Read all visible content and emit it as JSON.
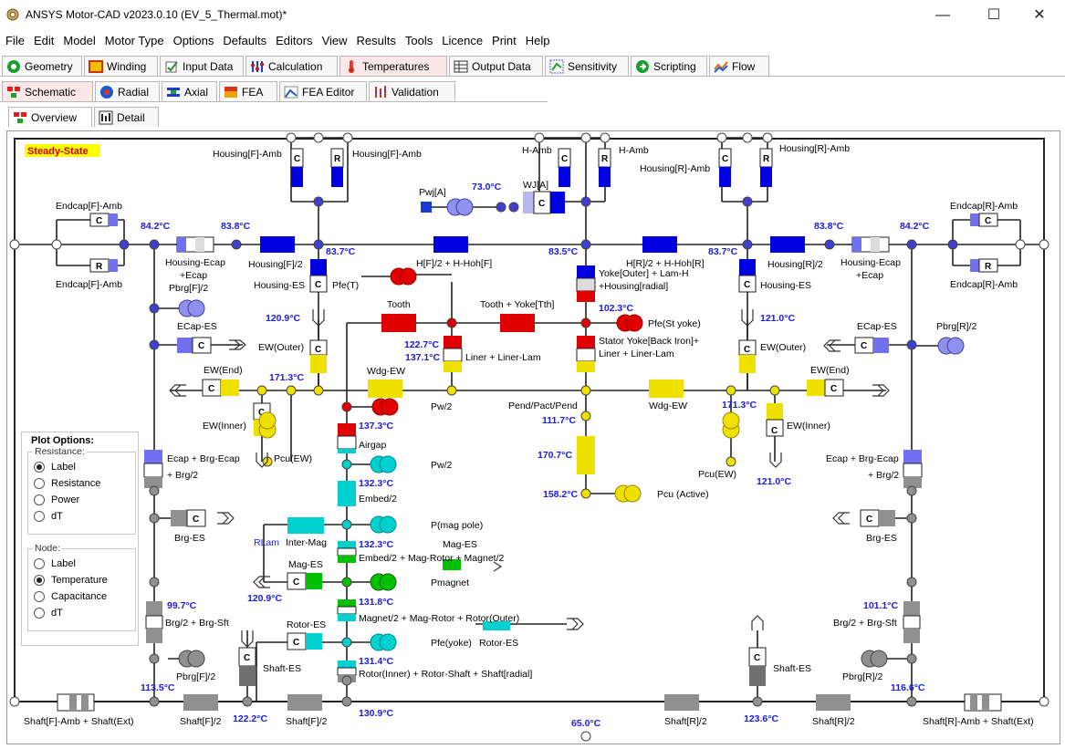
{
  "window": {
    "title": "ANSYS Motor-CAD v2023.0.10 (EV_5_Thermal.mot)*",
    "minimize": "—",
    "maximize": "☐",
    "close": "✕"
  },
  "menu": [
    "File",
    "Edit",
    "Model",
    "Motor Type",
    "Options",
    "Defaults",
    "Editors",
    "View",
    "Results",
    "Tools",
    "Licence",
    "Print",
    "Help"
  ],
  "main_tabs": [
    "Geometry",
    "Winding",
    "Input Data",
    "Calculation",
    "Temperatures",
    "Output Data",
    "Sensitivity",
    "Scripting",
    "Flow"
  ],
  "sub_tabs": [
    "Schematic",
    "Radial",
    "Axial",
    "FEA",
    "FEA Editor",
    "Validation"
  ],
  "view_tabs": [
    "Overview",
    "Detail"
  ],
  "diagram": {
    "state_label": "Steady-State",
    "labels": {
      "housing_f_amb": "Housing[F]-Amb",
      "h_amb": "H-Amb",
      "housing_r_amb": "Housing[R]-Amb",
      "endcap_f_amb": "Endcap[F]-Amb",
      "endcap_r_amb": "Endcap[R]-Amb",
      "pwj": "Pwj[A]",
      "wj": "WJ[A]",
      "housing_ecap_f": "Housing-Ecap\n+Ecap",
      "housing_f2": "Housing[F]/2",
      "h_f2": "H[F]/2 + H-Hoh[F]",
      "h_r2": "H[R]/2 + H-Hoh[R]",
      "housing_r2": "Housing[R]/2",
      "housing_ecap_r": "Housing-Ecap\n+Ecap",
      "pbrg_f2": "Pbrg[F]/2",
      "housing_es": "Housing-ES",
      "pfe_t": "Pfe(T)",
      "yoke_outer": "Yoke[Outer] + Lam-H\n+Housing[radial]",
      "tooth": "Tooth",
      "tooth_yoke": "Tooth + Yoke[Tth]",
      "pfe_st_yoke": "Pfe(St yoke)",
      "ecap_es": "ECap-ES",
      "pbrg_r2": "Pbrg[R]/2",
      "liner_lam": "Liner + Liner-Lam",
      "stator_yoke": "Stator Yoke[Back Iron]+\nLiner + Liner-Lam",
      "ew_outer": "EW(Outer)",
      "ew_end": "EW(End)",
      "wdg_ew": "Wdg-EW",
      "pw2": "Pw/2",
      "pend": "Pend/Pact/Pend",
      "ew_inner": "EW(Inner)",
      "airgap": "Airgap",
      "pcu_ew": "Pcu(EW)",
      "ecap_brg": "Ecap + Brg-Ecap\n+ Brg/2",
      "embed2": "Embed/2",
      "pcu_active": "Pcu (Active)",
      "brg_es": "Brg-ES",
      "pmag_pole": "P(mag pole)",
      "rlam": "RLam",
      "inter_mag": "Inter-Mag",
      "mag_es": "Mag-ES",
      "embed_mag": "Embed/2 + Mag-Rotor + Magnet/2",
      "pmagnet": "Pmagnet",
      "brg_sft": "Brg/2 + Brg-Sft",
      "magnet_rotor": "Magnet/2 + Mag-Rotor + Rotor(Outer)",
      "rotor_es": "Rotor-ES",
      "pfe_yoke": "Pfe(yoke)",
      "shaft_es": "Shaft-ES",
      "pbrg_f": "Pbrg[F]/2",
      "pbrg_r": "Pbrg[R]/2",
      "rotor_inner": "Rotor(Inner) + Rotor-Shaft + Shaft[radial]",
      "shaft_f_amb": "Shaft[F]-Amb + Shaft(Ext)",
      "shaft_f2": "Shaft[F]/2",
      "shaft_r2": "Shaft[R]/2",
      "shaft_r_amb": "Shaft[R]-Amb + Shaft(Ext)"
    },
    "temps": {
      "t_wj": "73.0°C",
      "t_endcap_f": "84.2°C",
      "t_hecap_f": "83.8°C",
      "t_hous_f": "83.7°C",
      "t_hous_mid": "83.5°C",
      "t_hous_r": "83.7°C",
      "t_hecap_r": "83.8°C",
      "t_endcap_r": "84.2°C",
      "t_yoke": "102.3°C",
      "t_ecap_f": "120.9°C",
      "t_ecap_r": "121.0°C",
      "t_tooth": "122.7°C",
      "t_liner": "137.1°C",
      "t_ew_f": "171.3°C",
      "t_ew_r": "171.3°C",
      "t_airgap": "137.3°C",
      "t_pend": "111.7°C",
      "t_active": "170.7°C",
      "t_ewin_r": "121.0°C",
      "t_embed": "132.3°C",
      "t_active_lo": "158.2°C",
      "t_mag": "132.3°C",
      "t_rotor": "131.8°C",
      "t_magbrg": "120.9°C",
      "t_brg_f": "99.7°C",
      "t_brg_r": "101.1°C",
      "t_rotor_in": "131.4°C",
      "t_shaft_f": "113.5°C",
      "t_shaft_r": "116.6°C",
      "t_shaft_fm": "122.2°C",
      "t_shaft_c": "130.9°C",
      "t_amb": "65.0°C",
      "t_shaft_rm": "123.6°C"
    }
  },
  "plot_options": {
    "title": "Plot Options:",
    "resistance_group": "Resistance:",
    "resistance_options": [
      "Label",
      "Resistance",
      "Power",
      "dT"
    ],
    "resistance_selected": 0,
    "node_group": "Node:",
    "node_options": [
      "Label",
      "Temperature",
      "Capacitance",
      "dT"
    ],
    "node_selected": 1
  },
  "colors": {
    "housing": "#0000e0",
    "stator": "#e00000",
    "winding": "#f0e000",
    "rotor": "#00d0d0",
    "magnet": "#00c000",
    "shaft": "#909090",
    "temp_text": "#1a1ae6",
    "state_bg": "#ffff00"
  }
}
